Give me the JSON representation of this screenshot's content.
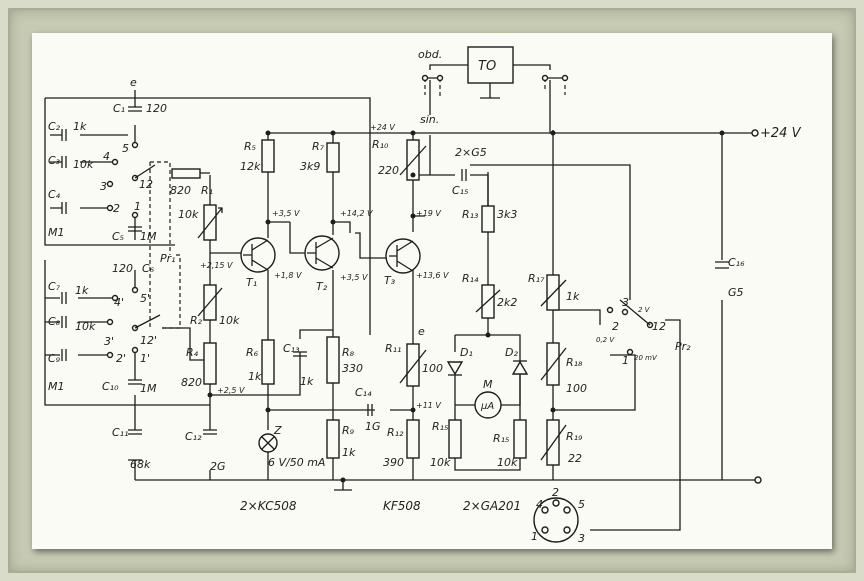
{
  "supply": {
    "rail": "+24 V",
    "r1": "+24 V"
  },
  "tone_unit": {
    "label": "TO",
    "obd": "obd.",
    "sin": "sin."
  },
  "caps": {
    "c1": "C₁",
    "c1v": "120",
    "c2": "C₂",
    "c2v": "1k",
    "c3": "C₃",
    "c3v": "10k",
    "c4": "C₄",
    "c4v": "M1",
    "c5": "C₅",
    "c5v": "1M",
    "c6": "C₆",
    "c6v": "120",
    "c7": "C₇",
    "c7v": "1k",
    "c8": "C₈",
    "c8v": "10k",
    "c9": "C₉",
    "c9v": "M1",
    "c10": "C₁₀",
    "c10v": "1M",
    "c11": "C₁₁",
    "c11v": "68k",
    "c12": "C₁₂",
    "c12v": "2G",
    "c13": "C₁₃",
    "c13v": "1k",
    "c14": "C₁₄",
    "c14v": "1G",
    "c15": "C₁₅",
    "c15v": "2×G5",
    "c16": "C₁₆",
    "c16v": "G5"
  },
  "res": {
    "r1": "R₁",
    "r1v": "10k",
    "r820": "820",
    "r2": "R₂",
    "r2v": "10k",
    "r4": "R₄",
    "r4v": "820",
    "r5": "R₅",
    "r5v": "12k",
    "r6": "R₆",
    "r6v": "1k",
    "r7": "R₇",
    "r7v": "3k9",
    "r8": "R₈",
    "r8v": "330",
    "r9": "R₉",
    "r9v": "1k",
    "r10": "R₁₀",
    "r10v": "220",
    "r11": "R₁₁",
    "r11v": "100",
    "r12": "R₁₂",
    "r12v": "390",
    "r13": "R₁₃",
    "r13v": "3k3",
    "r14": "R₁₄",
    "r14v": "2k2",
    "r15a": "R₁₅",
    "r15av": "10k",
    "r15b": "R₁₅",
    "r15bv": "10k",
    "r17": "R₁₇",
    "r17v": "1k",
    "r18": "R₁₈",
    "r18v": "100",
    "r19": "R₁₉",
    "r19v": "22"
  },
  "transistors": {
    "t1": "T₁",
    "t2": "T₂",
    "t3": "T₃"
  },
  "voltages": {
    "v1": "+3,5 V",
    "v2": "+1,8 V",
    "v3": "+14,2 V",
    "v4": "+3,5 V",
    "v5": "+19 V",
    "v6": "+13,6 V",
    "v7": "+11 V",
    "v8": "+2,5 V",
    "v9": "+2,15 V"
  },
  "switches": {
    "pr1": "Pr₁",
    "pr2": "Pr₂",
    "s1": "1",
    "s2": "2",
    "s3": "3",
    "s4": "4",
    "s5": "5",
    "s12": "12",
    "s1p": "1'",
    "s2p": "2'",
    "s3p": "3'",
    "s4p": "4'",
    "s5p": "5'",
    "s12p": "12'",
    "p1": "1",
    "p2": "2",
    "p3": "3",
    "p12": "12",
    "v02": "0,2 V",
    "v2v": "2 V",
    "v20": "20 mV"
  },
  "misc": {
    "e1": "e",
    "e2": "e",
    "d1": "D₁",
    "d2": "D₂",
    "meter": "M",
    "ua": "μA",
    "lamp": "Z",
    "lamp_v": "6 V/50 mA",
    "plus": "+",
    "conn1": "1",
    "conn2": "2",
    "conn3": "3",
    "conn4": "4",
    "conn5": "5"
  },
  "footer": {
    "f1": "2×KC508",
    "f2": "KF508",
    "f3": "2×GA201"
  }
}
